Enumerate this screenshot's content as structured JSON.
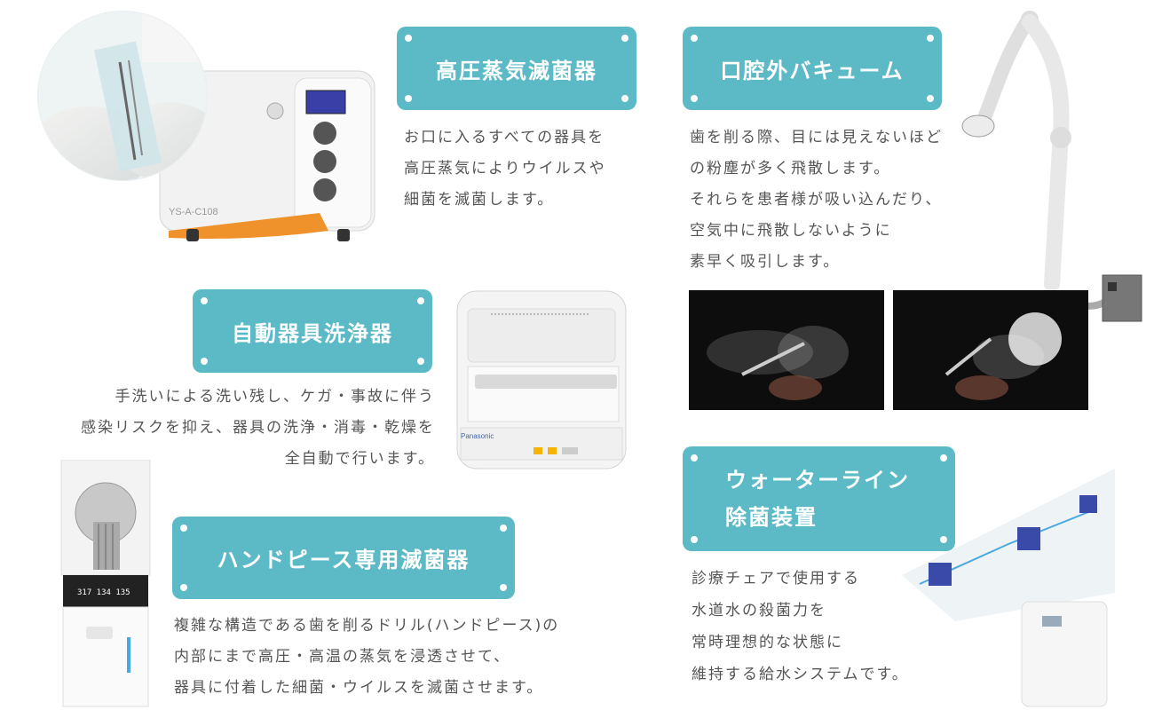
{
  "sections": {
    "autoclave": {
      "title": "高圧蒸気滅菌器",
      "lines": [
        "お口に入るすべての器具を",
        "高圧蒸気によりウイルスや",
        "細菌を滅菌します。"
      ],
      "device_label": "YS-A-C108"
    },
    "vacuum": {
      "title": "口腔外バキューム",
      "lines": [
        "歯を削る際、目には見えないほど",
        "の粉塵が多く飛散します。",
        "それらを患者様が吸い込んだり、",
        "空気中に飛散しないように",
        "素早く吸引します。"
      ]
    },
    "washer": {
      "title": "自動器具洗浄器",
      "lines": [
        "手洗いによる洗い残し、ケガ・事故に伴う",
        "感染リスクを抑え、器具の洗浄・消毒・乾燥を",
        "全自動で行います。"
      ],
      "brand": "Panasonic"
    },
    "handpiece": {
      "title": "ハンドピース専用滅菌器",
      "lines": [
        "複雑な構造である歯を削るドリル(ハンドピース)の",
        "内部にまで高圧・高温の蒸気を浸透させて、",
        "器具に付着した細菌・ウイルスを滅菌させます。"
      ]
    },
    "waterline": {
      "title_lines": [
        "ウォーターライン",
        "除菌装置"
      ],
      "lines": [
        "診療チェアで使用する",
        "水道水の殺菌力を",
        "常時理想的な状態に",
        "維持する給水システムです。"
      ]
    }
  },
  "colors": {
    "accent": "#5bbac6",
    "text": "#555555",
    "orange": "#f0922b"
  }
}
